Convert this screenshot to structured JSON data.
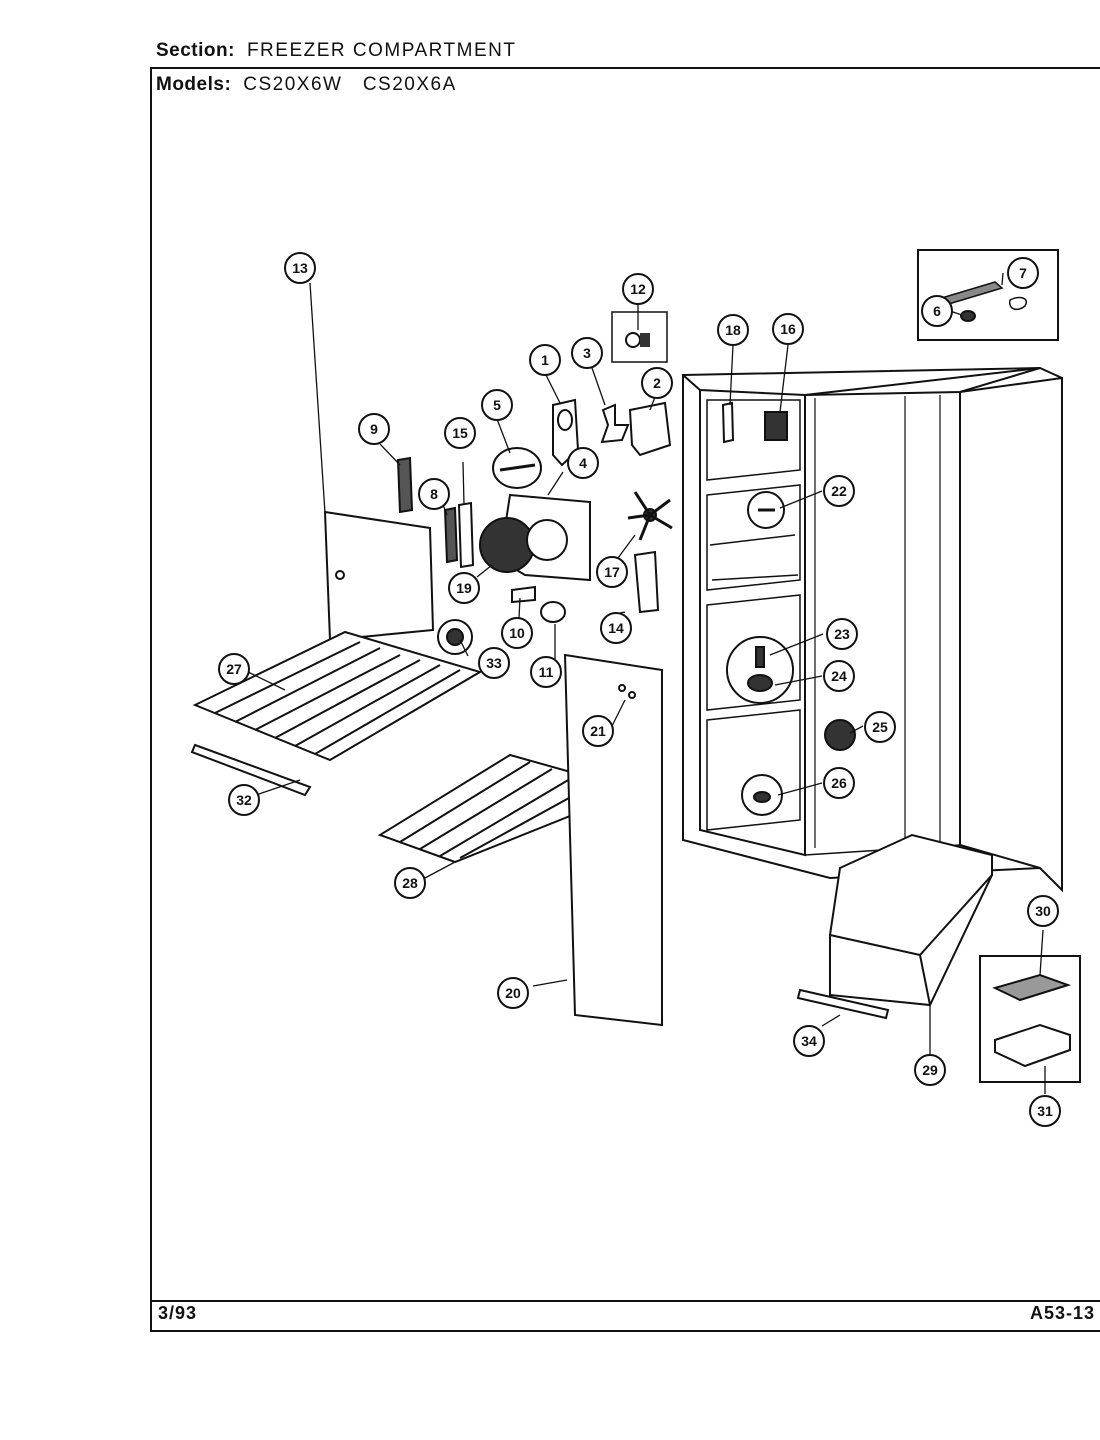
{
  "header": {
    "section_label": "Section:",
    "section_value": "FREEZER COMPARTMENT",
    "models_label": "Models:",
    "models_value": "CS20X6W   CS20X6A"
  },
  "footer": {
    "date": "3/93",
    "page_code": "A53-13"
  },
  "callouts": [
    "1",
    "2",
    "3",
    "4",
    "5",
    "6",
    "7",
    "8",
    "9",
    "10",
    "11",
    "12",
    "13",
    "14",
    "15",
    "16",
    "17",
    "18",
    "19",
    "20",
    "21",
    "22",
    "23",
    "24",
    "25",
    "26",
    "27",
    "28",
    "29",
    "30",
    "31",
    "32",
    "33",
    "34"
  ]
}
